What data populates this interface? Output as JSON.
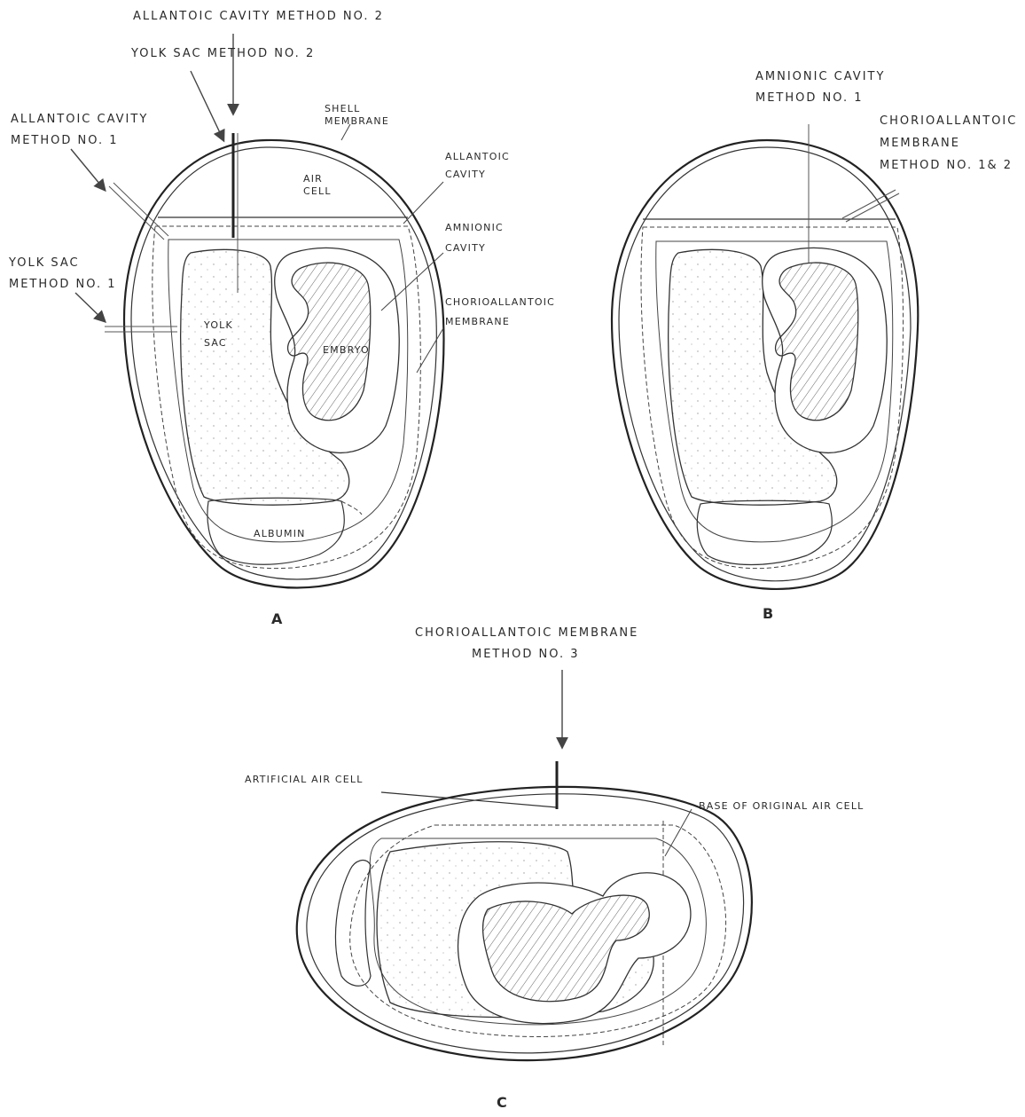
{
  "panel_a": {
    "letter": "A",
    "labels": {
      "allantoic_cavity_method_2": "ALLANTOIC CAVITY METHOD NO. 2",
      "yolk_sac_method_2": "YOLK SAC METHOD NO. 2",
      "allantoic_cavity_method_1_line1": "ALLANTOIC CAVITY",
      "allantoic_cavity_method_1_line2": "METHOD NO. 1",
      "yolk_sac_method_1_line1": "YOLK SAC",
      "yolk_sac_method_1_line2": "METHOD NO. 1",
      "shell_membrane_line1": "SHELL",
      "shell_membrane_line2": "MEMBRANE",
      "air_cell_line1": "AIR",
      "air_cell_line2": "CELL",
      "allantoic_cavity_line1": "ALLANTOIC",
      "allantoic_cavity_line2": "CAVITY",
      "amniotic_cavity_line1": "AMNIONIC",
      "amniotic_cavity_line2": "CAVITY",
      "chorioallantoic_line1": "CHORIOALLANTOIC",
      "chorioallantoic_line2": "MEMBRANE",
      "yolk_sac_line1": "YOLK",
      "yolk_sac_line2": "SAC",
      "embryo": "EMBRYO",
      "albumin": "ALBUMIN"
    }
  },
  "panel_b": {
    "letter": "B",
    "labels": {
      "amniotic_method_1_line1": "AMNIONIC CAVITY",
      "amniotic_method_1_line2": "METHOD NO. 1",
      "cam_method_line1": "CHORIOALLANTOIC",
      "cam_method_line2": "MEMBRANE",
      "cam_method_line3": "METHOD NO. 1& 2"
    }
  },
  "panel_c": {
    "letter": "C",
    "labels": {
      "cam_method_3_line1": "CHORIOALLANTOIC MEMBRANE",
      "cam_method_3_line2": "METHOD NO. 3",
      "artificial_air_cell": "ARTIFICIAL AIR CELL",
      "base_original_air_cell": "BASE OF ORIGINAL AIR CELL"
    }
  },
  "colors": {
    "ink": "#2a2a2a",
    "paper": "#ffffff"
  }
}
